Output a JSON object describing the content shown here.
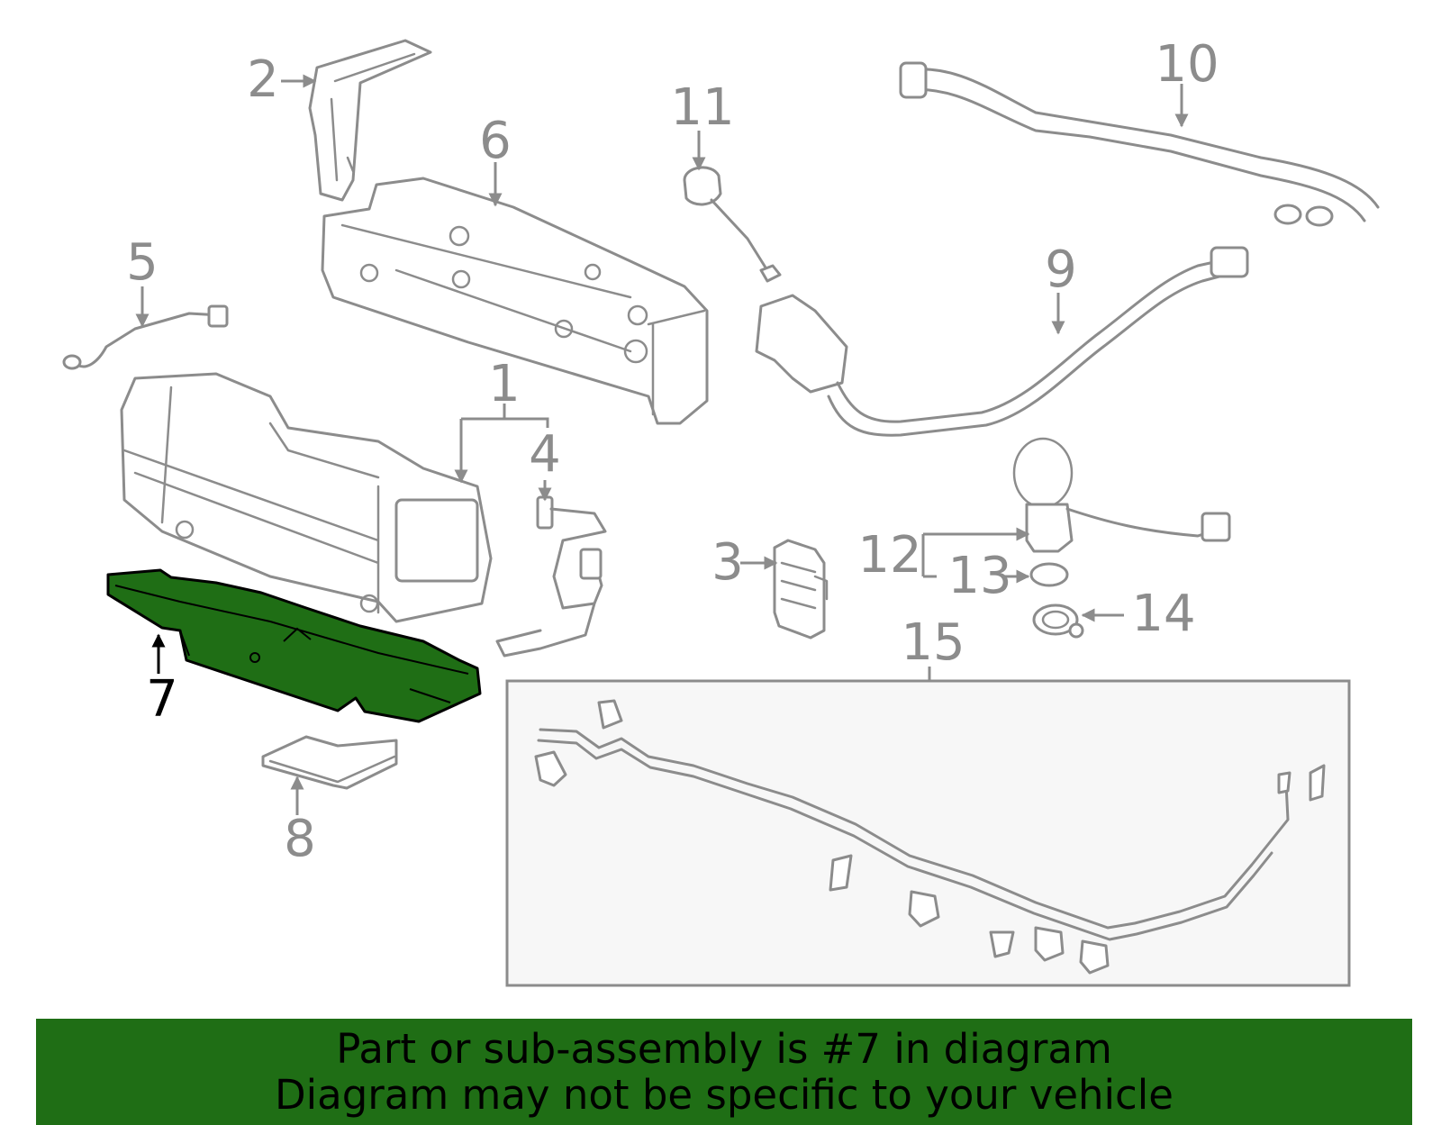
{
  "diagram": {
    "callouts": [
      "1",
      "2",
      "3",
      "4",
      "5",
      "6",
      "7",
      "8",
      "9",
      "10",
      "11",
      "12",
      "13",
      "14",
      "15"
    ],
    "highlighted_part": "7",
    "colors": {
      "highlight": "#1f6e15",
      "line_art": "#8c8c8c",
      "box_fill": "#f7f7f7",
      "highlight_label": "#000000"
    }
  },
  "banner": {
    "line1": "Part or sub-assembly is #7 in diagram",
    "line2": "Diagram may not be specific to your vehicle",
    "background": "#1f6e15"
  }
}
